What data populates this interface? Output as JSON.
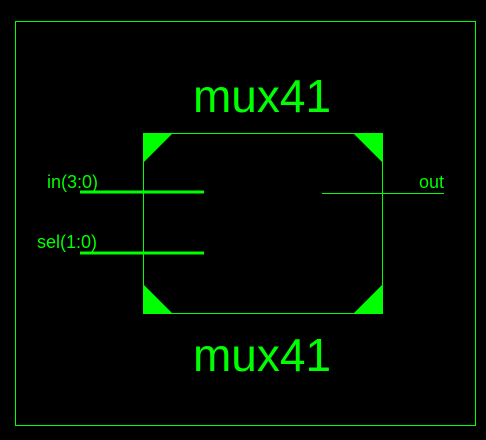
{
  "schematic": {
    "colors": {
      "background": "#000000",
      "symbol": "#00ff00"
    },
    "instance_name": "mux41",
    "cell_name": "mux41",
    "inputs": [
      {
        "label": "in(3:0)",
        "bus": true
      },
      {
        "label": "sel(1:0)",
        "bus": true
      }
    ],
    "outputs": [
      {
        "label": "out",
        "bus": false
      }
    ]
  }
}
